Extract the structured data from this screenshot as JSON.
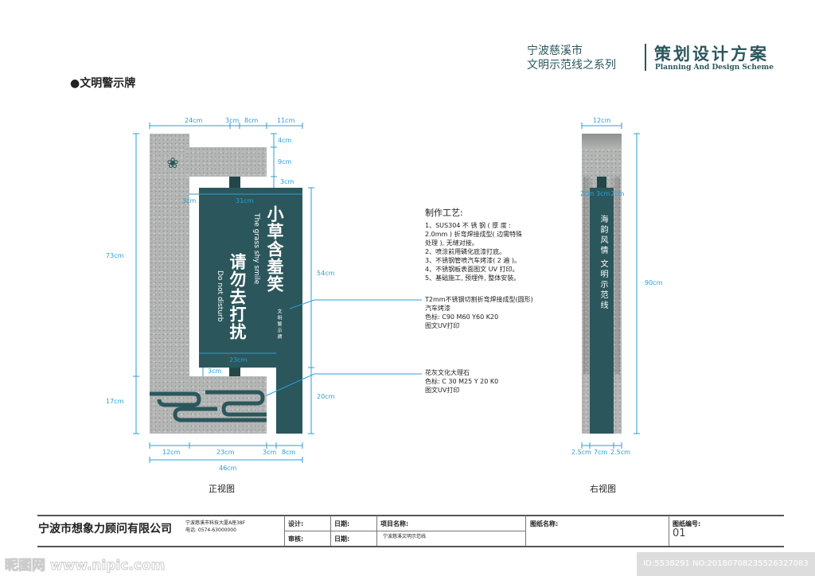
{
  "header": {
    "series_line1": "宁波慈溪市",
    "series_line2": "文明示范线之系列",
    "brand_cn": "策划设计方案",
    "brand_en": "Planning And Design Scheme"
  },
  "section_title": "文明警示牌",
  "front": {
    "caption": "正视图",
    "sign_title": "小草含羞笑",
    "sign_title_en": "The grass shy smile",
    "sign_sub": "请勿去打扰",
    "sign_sub_en": "Do not disturb",
    "small_text": "文明警示牌",
    "dims": {
      "top_24": "24cm",
      "top_3": "3cm",
      "top_8": "8cm",
      "top_11": "11cm",
      "r_4": "4cm",
      "r_9": "9cm",
      "r_3": "3cm",
      "left_3": "3cm",
      "w_31": "31cm",
      "w_23": "23cm",
      "gap_3": "3cm",
      "h_73": "73cm",
      "h_17": "17cm",
      "h_54": "54cm",
      "h_20": "20cm",
      "b_12": "12cm",
      "b_23": "23cm",
      "b_3": "3cm",
      "b_8": "8cm",
      "total_46": "46cm"
    }
  },
  "side": {
    "caption": "右视图",
    "text1": "海韵风情",
    "text2": "文明示范线",
    "dims": {
      "top_12": "12cm",
      "c_2a": "2cm",
      "c_3": "3cm",
      "c_2b": "2cm",
      "h_90": "90cm",
      "b_25a": "2.5cm",
      "b_7": "7cm",
      "b_25b": "2.5cm"
    }
  },
  "process": {
    "title": "制作工艺:",
    "lines": [
      "1、SUS304 不 锈 钢 ( 厚 度 :",
      "2.0mm ) 折弯焊接成型( 边需特殊",
      "处理 ), 无缝对接。",
      "2、喷涂前用磷化底漆打底。",
      "3、不锈钢管喷汽车烤漆( 2 遍 )。",
      "4、不锈钢板表面图文 UV 打印。",
      "5、基础施工, 预埋件, 整体安装。"
    ]
  },
  "note1": [
    "T2mm不锈钢切割折弯焊接成型(圆形)",
    "汽车烤漆",
    "色标: C90  M60  Y60  K20",
    "图文UV打印"
  ],
  "note2": [
    "花灰文化大理石",
    "色标: C 30  M25  Y 20  K0",
    "图文UV打印"
  ],
  "footer": {
    "company": "宁波市想象力顾问有限公司",
    "address": "宁波慈溪市科技大厦A座38F",
    "phone": "电话: 0574-63000000",
    "design_label": "设计:",
    "date_label1": "日期:",
    "review_label": "审核:",
    "date_label2": "日期:",
    "project_label": "项目名称:",
    "project_value": "宁波慈溪文明示范线",
    "drawing_label": "图纸名称:",
    "number_label": "图纸编号:",
    "number_value": "01"
  },
  "watermark": {
    "left": "昵图网 www.nipic.com",
    "right": "ID:5538291 NO:20180708235526327083"
  },
  "colors": {
    "accent": "#2b575c",
    "dim": "#2a9fd8",
    "stone": "#b4b6b5"
  }
}
